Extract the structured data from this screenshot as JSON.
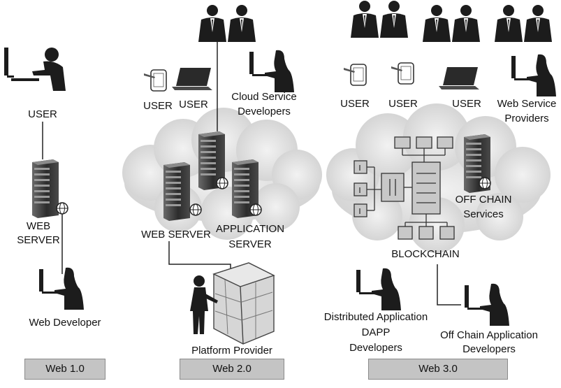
{
  "web1": {
    "user_label": "USER",
    "server_label_line1": "WEB",
    "server_label_line2": "SERVER",
    "developer_label": "Web Developer",
    "era_label": "Web 1.0"
  },
  "web2": {
    "user_tablet_label": "USER",
    "user_laptop_label": "USER",
    "cloud_dev_line1": "Cloud Service",
    "cloud_dev_line2": "Developers",
    "web_server_label": "WEB SERVER",
    "app_server_line1": "APPLICATION",
    "app_server_line2": "SERVER",
    "platform_label": "Platform Provider",
    "era_label": "Web 2.0"
  },
  "web3": {
    "user1_label": "USER",
    "user2_label": "USER",
    "user3_label": "USER",
    "ws_providers_line1": "Web Service",
    "ws_providers_line2": "Providers",
    "offchain_line1": "OFF CHAIN",
    "offchain_line2": "Services",
    "blockchain_label": "BLOCKCHAIN",
    "dapp_line1": "Distributed Application",
    "dapp_line2": "DAPP",
    "dapp_line3": "Developers",
    "offchain_dev_line1": "Off Chain Application",
    "offchain_dev_line2": "Developers",
    "era_label": "Web 3.0"
  },
  "colors": {
    "silhouette": "#1c1c1c",
    "server": "#3a3a3a",
    "cloud": "#e6e6e6",
    "era_box": "#c4c4c4"
  }
}
